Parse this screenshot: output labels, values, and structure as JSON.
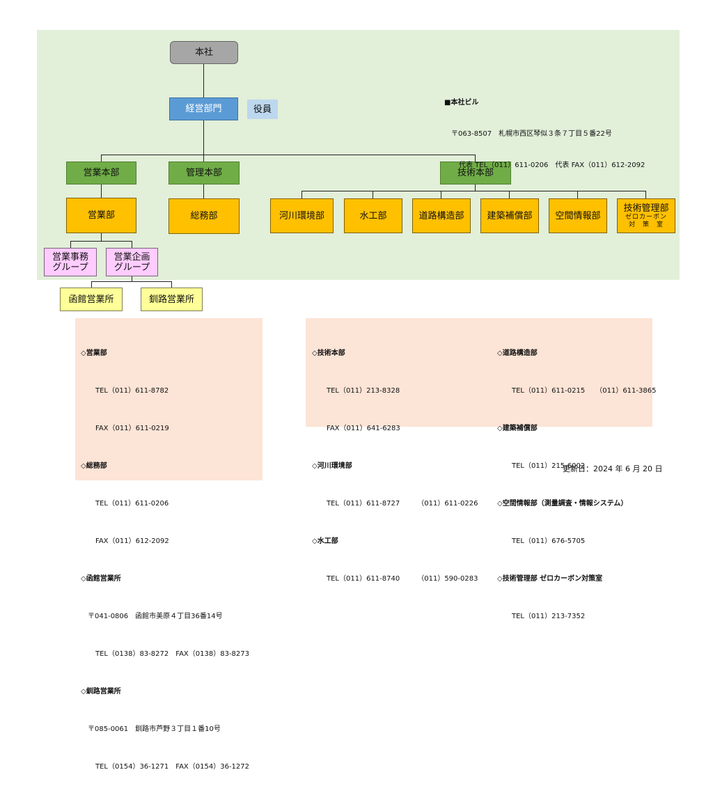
{
  "org": {
    "honsha": "本社",
    "keiei": "経営部門",
    "yakuin": "役員",
    "eigyo_honbu": "営業本部",
    "kanri_honbu": "管理本部",
    "gijutsu_honbu": "技術本部",
    "eigyobu": "営業部",
    "somubu": "総務部",
    "kasen": "河川環境部",
    "suiko": "水工部",
    "doro": "道路構造部",
    "kenchiku": "建築補償部",
    "kukan": "空間情報部",
    "gijutsu_kanri": "技術管理部",
    "zero_carbon_1": "ゼロカーボン",
    "zero_carbon_2": "対　策　室",
    "jimu_1": "営業事務",
    "jimu_2": "グループ",
    "kikaku_1": "営業企画",
    "kikaku_2": "グループ",
    "hakodate": "函館営業所",
    "kushiro": "釧路営業所"
  },
  "hq": {
    "title": "■本社ビル",
    "address": "〒063-8507　札幌市西区琴似３条７丁目５番22号",
    "phone": "代表 TEL（011）611-0206　代表 FAX（011）612-2092"
  },
  "contacts_left": [
    {
      "head": "◇営業部",
      "lines": [
        "TEL（011）611-8782",
        "FAX（011）611-0219"
      ]
    },
    {
      "head": "◇総務部",
      "lines": [
        "TEL（011）611-0206",
        "FAX（011）612-2092"
      ]
    },
    {
      "head": "◇函館営業所",
      "lines_s": [
        "〒041-0806　函館市美原４丁目36番14号"
      ],
      "lines": [
        "TEL（0138）83-8272　FAX（0138）83-8273"
      ]
    },
    {
      "head": "◇釧路営業所",
      "lines_s": [
        "〒085-0061　釧路市芦野３丁目１番10号"
      ],
      "lines": [
        "TEL（0154）36-1271　FAX（0154）36-1272"
      ]
    }
  ],
  "contacts_mid": [
    {
      "head": "◇技術本部",
      "lines": [
        "TEL（011）213-8328",
        "FAX（011）641-6283"
      ]
    },
    {
      "head": "◇河川環境部",
      "lines": [
        "TEL（011）611-8727　　　（011）611-0226"
      ]
    },
    {
      "head": "◇水工部",
      "lines": [
        "TEL（011）611-8740　　　（011）590-0283"
      ]
    }
  ],
  "contacts_right": [
    {
      "head": "◇道路構造部",
      "lines": [
        "TEL（011）611-0215　　（011）611-3865"
      ]
    },
    {
      "head": "◇建築補償部",
      "lines": [
        "TEL（011）215-6002"
      ]
    },
    {
      "head": "◇空間情報部（測量調査・情報システム）",
      "lines": [
        "TEL（011）676-5705"
      ]
    },
    {
      "head": "◇技術管理部 ゼロカーボン対策室",
      "lines": [
        "TEL（011）213-7352"
      ]
    }
  ],
  "updated": "更新日：2024 年 6 月 20 日",
  "colors": {
    "green_bg": "#e2efd9",
    "panel": "#fce4d6",
    "orange": "#ffc000",
    "green": "#70ad47",
    "blue": "#5b9bd5"
  }
}
